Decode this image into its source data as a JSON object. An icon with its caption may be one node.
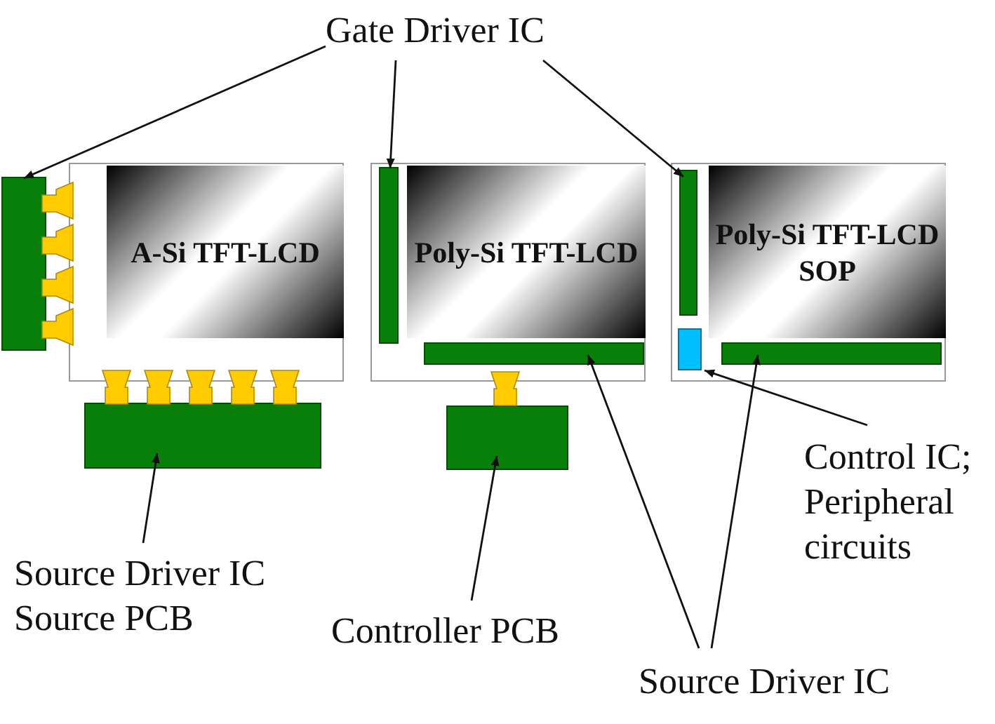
{
  "diagram": {
    "nodes": [
      {
        "text": [
          "Gate Driver IC"
        ]
      },
      {
        "text": [],
        "shape": "box"
      },
      {
        "text": [
          "A-Si TFT-LCD"
        ],
        "in": 1
      },
      {
        "text": [],
        "shape": "bar"
      },
      {
        "text": [],
        "shape": "bar"
      },
      {
        "text": [
          "Source Driver IC Source PCB"
        ]
      },
      {
        "text": [],
        "shape": "box"
      },
      {
        "text": [
          "Poly-Si TFT-LCD"
        ],
        "in": 6
      },
      {
        "text": [],
        "shape": "bar",
        "in": 6
      },
      {
        "text": [],
        "shape": "bar",
        "in": 6
      },
      {
        "text": [],
        "shape": "bar"
      },
      {
        "text": [
          "Controller PCB"
        ]
      },
      {
        "text": [],
        "shape": "box"
      },
      {
        "text": [
          "Poly-Si TFT-LCD SOP"
        ],
        "in": 12
      },
      {
        "text": [],
        "shape": "bar",
        "in": 12
      },
      {
        "text": [],
        "shape": "box",
        "in": 12
      },
      {
        "text": [],
        "shape": "bar",
        "in": 12
      },
      {
        "text": [
          "Control IC; Peripheral circuits"
        ]
      },
      {
        "text": [
          "Source Driver IC"
        ]
      }
    ],
    "edges": [
      {
        "from": 0,
        "to": 3,
        "arrow": "to"
      },
      {
        "from": 0,
        "to": 8,
        "arrow": "to"
      },
      {
        "from": 0,
        "to": 14,
        "arrow": "to"
      },
      {
        "from": 5,
        "to": 4,
        "arrow": "to"
      },
      {
        "from": 11,
        "to": 10,
        "arrow": "to"
      },
      {
        "from": 17,
        "to": 15,
        "arrow": "to"
      },
      {
        "from": 18,
        "to": 9,
        "arrow": "to"
      },
      {
        "from": 18,
        "to": 16,
        "arrow": "to"
      }
    ]
  }
}
